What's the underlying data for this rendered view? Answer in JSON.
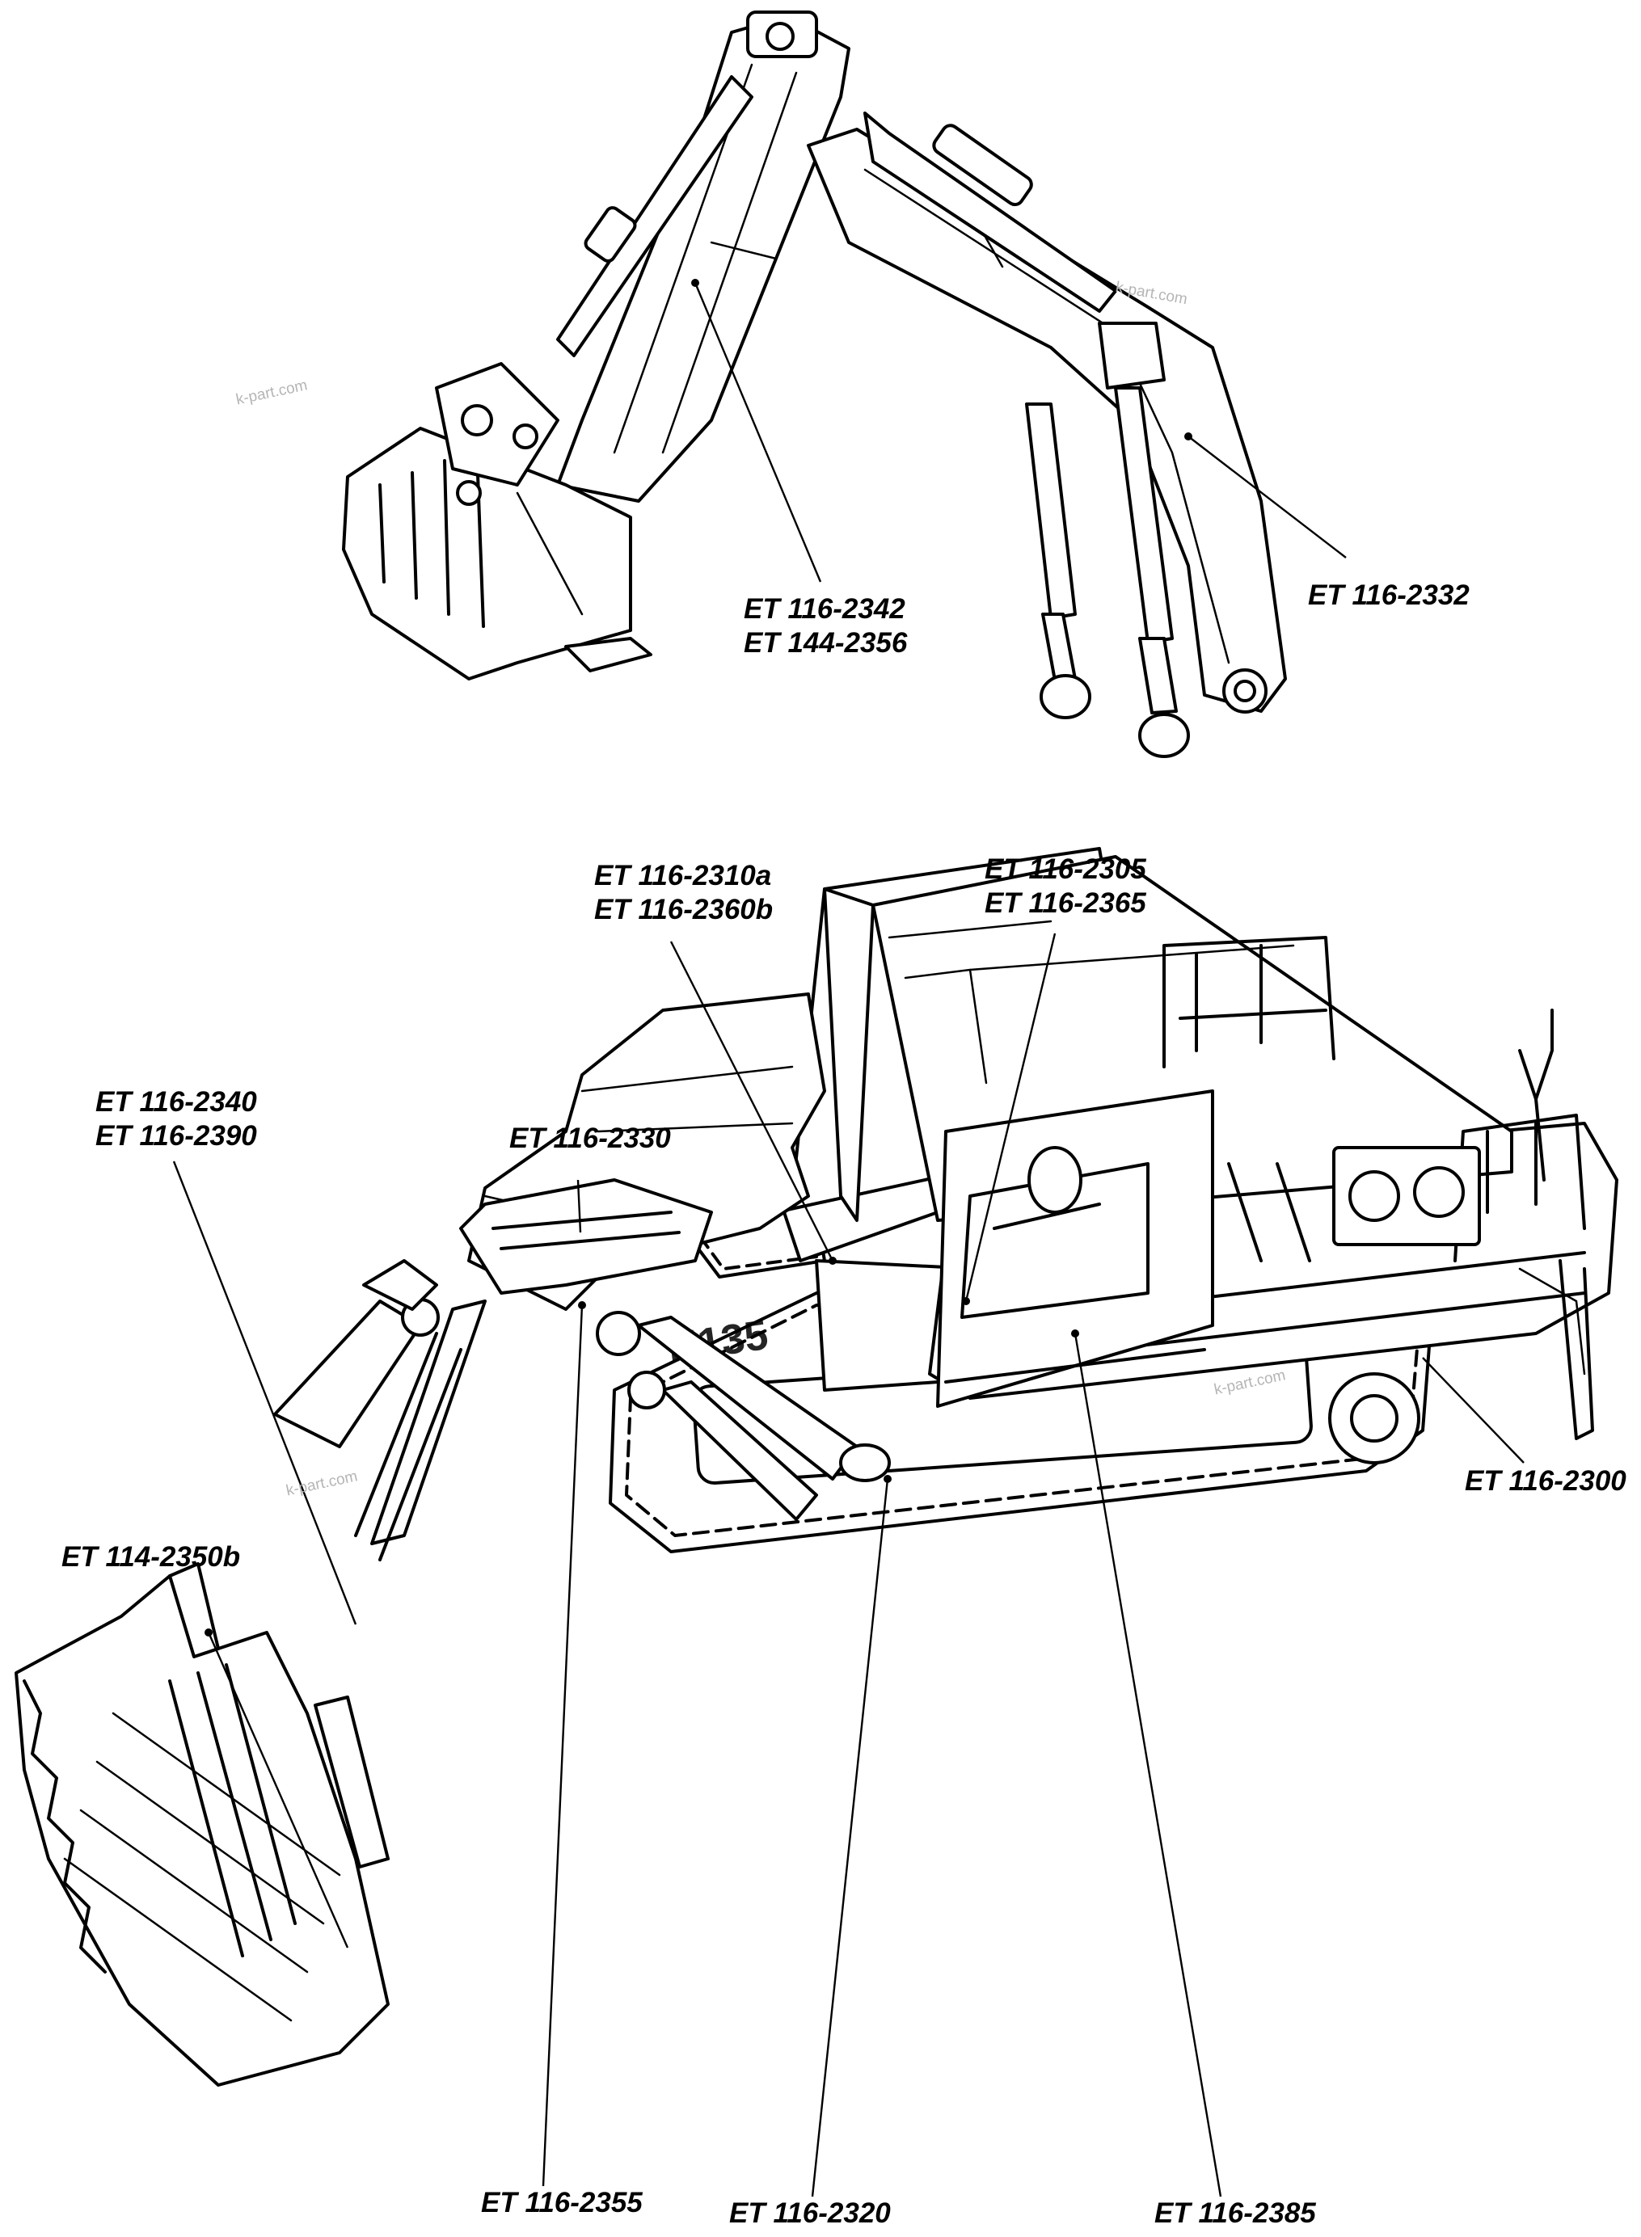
{
  "callouts": {
    "backhoe_stick": [
      "ET 116-2342",
      "ET 144-2356"
    ],
    "backhoe_boom": [
      "ET 116-2332"
    ],
    "cab_access_a": [
      "ET 116-2310a",
      "ET 116-2360b"
    ],
    "cab_access_b": [
      "ET 116-2305",
      "ET 116-2365"
    ],
    "shovel_stick": [
      "ET 116-2340",
      "ET 116-2390"
    ],
    "shovel_boom": [
      "ET 116-2330"
    ],
    "shovel_bucket": [
      "ET 114-2350b"
    ],
    "superstructure": [
      "ET 116-2300"
    ],
    "boom_cylinder": [
      "ET 116-2355"
    ],
    "undercarriage": [
      "ET 116-2320"
    ],
    "cab": [
      "ET 116-2385"
    ]
  },
  "watermarks": {
    "w1": "k-part.com",
    "w2": "k-part.com",
    "w3": "k-part.com",
    "w4": "k-part.com"
  },
  "machine_marking": "H135"
}
